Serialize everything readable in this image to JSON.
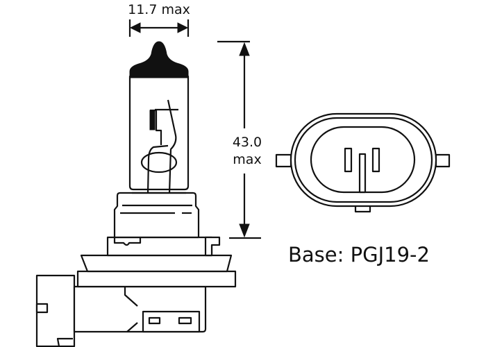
{
  "dimensions": {
    "width_label": "11.7 max",
    "height_value": "43.0",
    "height_unit": "max"
  },
  "base_label": "Base: PGJ19-2",
  "colors": {
    "line": "#111111",
    "background": "#ffffff"
  }
}
